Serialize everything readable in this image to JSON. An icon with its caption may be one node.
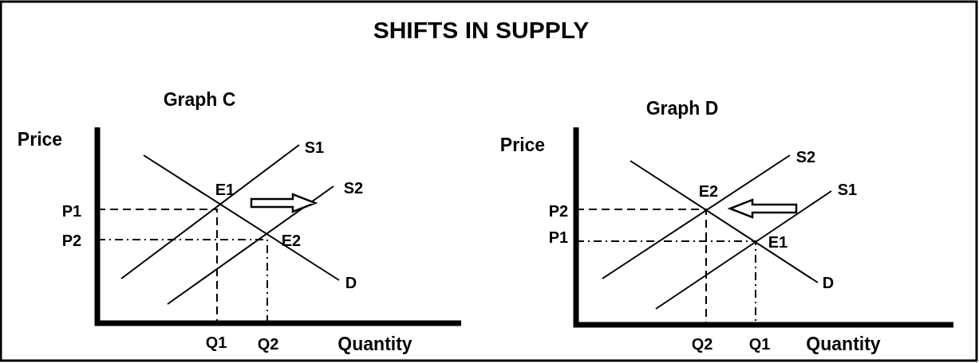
{
  "diagram": {
    "title": "SHIFTS IN SUPPLY",
    "labels": [
      "Graph C",
      "Graph D",
      "Price",
      "S1",
      "Price",
      "S2",
      "E1",
      "S2",
      "E2",
      "S1",
      "P1",
      "P2",
      "P2",
      "E2",
      "P1",
      "E1",
      "D",
      "D",
      "Q1",
      "Q2",
      "Quantity",
      "Q2",
      "Q1",
      "Quantity"
    ]
  }
}
